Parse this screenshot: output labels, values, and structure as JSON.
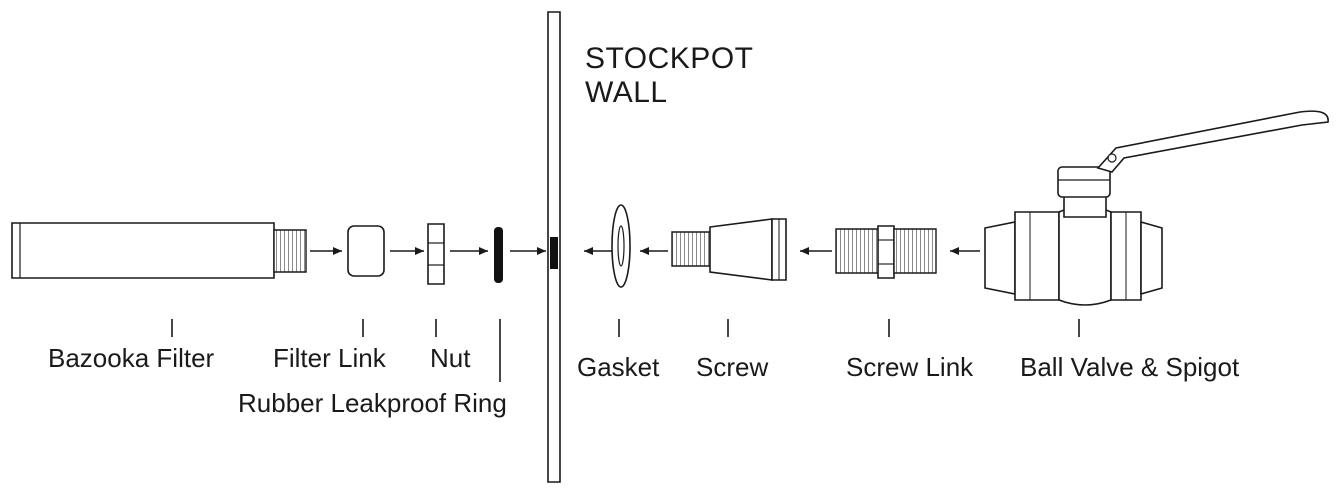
{
  "wall_label": {
    "line1": "STOCKPOT",
    "line2": "WALL"
  },
  "parts": [
    {
      "id": "bazooka-filter",
      "label": "Bazooka Filter"
    },
    {
      "id": "filter-link",
      "label": "Filter Link"
    },
    {
      "id": "nut",
      "label": "Nut"
    },
    {
      "id": "rubber-leakproof-ring",
      "label": "Rubber Leakproof Ring"
    },
    {
      "id": "gasket",
      "label": "Gasket"
    },
    {
      "id": "screw",
      "label": "Screw"
    },
    {
      "id": "screw-link",
      "label": "Screw Link"
    },
    {
      "id": "ball-valve-spigot",
      "label": "Ball Valve & Spigot"
    }
  ],
  "colors": {
    "line": "#1a1a1a",
    "thread": "#7a7a7a",
    "ring": "#111111"
  }
}
